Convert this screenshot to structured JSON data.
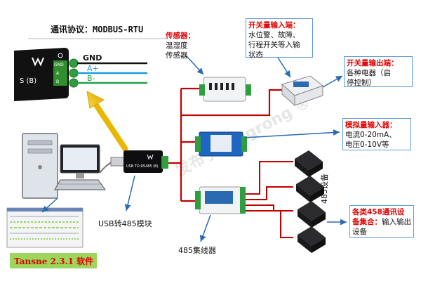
{
  "diagram": {
    "protocol_title": "通讯协议：MODBUS-RTU",
    "bus_labels": {
      "gnd": "GND",
      "a_plus": "A+",
      "b_minus": "B-"
    },
    "terminal_labels": [
      "GND",
      "A",
      "B"
    ],
    "module_brand_fragment": "S (B)",
    "usb_module_text": "USB TO RS485 (B)",
    "watermark": "发布于 jongrong ®",
    "sensor_box": {
      "head": "传感器：",
      "body": "温湿度\n传感器"
    },
    "switch_input_box": {
      "head": "开关量输入端：",
      "body": "水位警、故障、\n行程开关等入输\n状态"
    },
    "switch_output_box": {
      "head": "开关量输出端：",
      "body": "各种电器（启\n停控制）"
    },
    "analog_input_box": {
      "head": "模拟量输入器：",
      "body": "电流0-20mA、\n电压0-10V等"
    },
    "collection_box": {
      "head": "各类458通讯设备集合：",
      "body": "输入输出设备"
    },
    "usb485_label": "USB转485模块",
    "hub_label": "485集线器",
    "devices_label": "485设备",
    "software_label": "Tansne 2.3.1 软件",
    "colors": {
      "accent": "#e00000",
      "bus_line": "#c00000",
      "arrow": "#2a6ab0",
      "usb_arrow": "#f0c020",
      "callout_border": "#5a9ad8",
      "software_bg": "#9cd65c"
    }
  }
}
